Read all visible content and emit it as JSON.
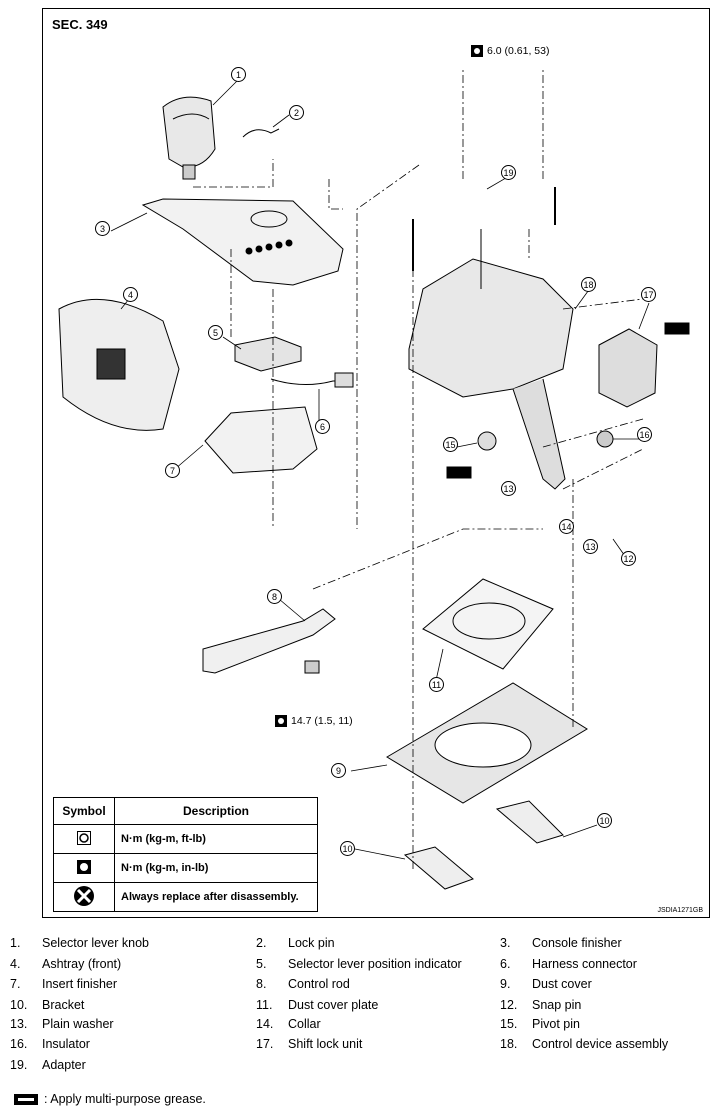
{
  "diagram": {
    "section": "SEC. 349",
    "code": "JSDIA1271GB",
    "torque_top": "6.0 (0.61, 53)",
    "torque_bottom": "14.7 (1.5, 11)",
    "callouts": [
      "1",
      "2",
      "3",
      "4",
      "5",
      "6",
      "7",
      "8",
      "9",
      "10",
      "10",
      "11",
      "12",
      "13",
      "13",
      "14",
      "15",
      "16",
      "17",
      "18",
      "19"
    ]
  },
  "legend": {
    "header_symbol": "Symbol",
    "header_description": "Description",
    "rows": [
      {
        "icon": "torque-nm-ftlb-icon",
        "description": "N·m (kg-m, ft-lb)"
      },
      {
        "icon": "torque-nm-inlb-icon",
        "description": "N·m (kg-m, in-lb)"
      },
      {
        "icon": "replace-after-disassembly-icon",
        "description": "Always replace after disassembly."
      }
    ]
  },
  "parts": [
    {
      "num": "1.",
      "name": "Selector lever knob"
    },
    {
      "num": "2.",
      "name": "Lock pin"
    },
    {
      "num": "3.",
      "name": "Console finisher"
    },
    {
      "num": "4.",
      "name": "Ashtray (front)"
    },
    {
      "num": "5.",
      "name": "Selector lever position indicator"
    },
    {
      "num": "6.",
      "name": "Harness connector"
    },
    {
      "num": "7.",
      "name": "Insert finisher"
    },
    {
      "num": "8.",
      "name": "Control rod"
    },
    {
      "num": "9.",
      "name": "Dust cover"
    },
    {
      "num": "10.",
      "name": "Bracket"
    },
    {
      "num": "11.",
      "name": "Dust cover plate"
    },
    {
      "num": "12.",
      "name": "Snap pin"
    },
    {
      "num": "13.",
      "name": "Plain washer"
    },
    {
      "num": "14.",
      "name": "Collar"
    },
    {
      "num": "15.",
      "name": "Pivot pin"
    },
    {
      "num": "16.",
      "name": "Insulator"
    },
    {
      "num": "17.",
      "name": "Shift lock unit"
    },
    {
      "num": "18.",
      "name": "Control device assembly"
    },
    {
      "num": "19.",
      "name": "Adapter"
    }
  ],
  "grease_note": ": Apply multi-purpose grease."
}
